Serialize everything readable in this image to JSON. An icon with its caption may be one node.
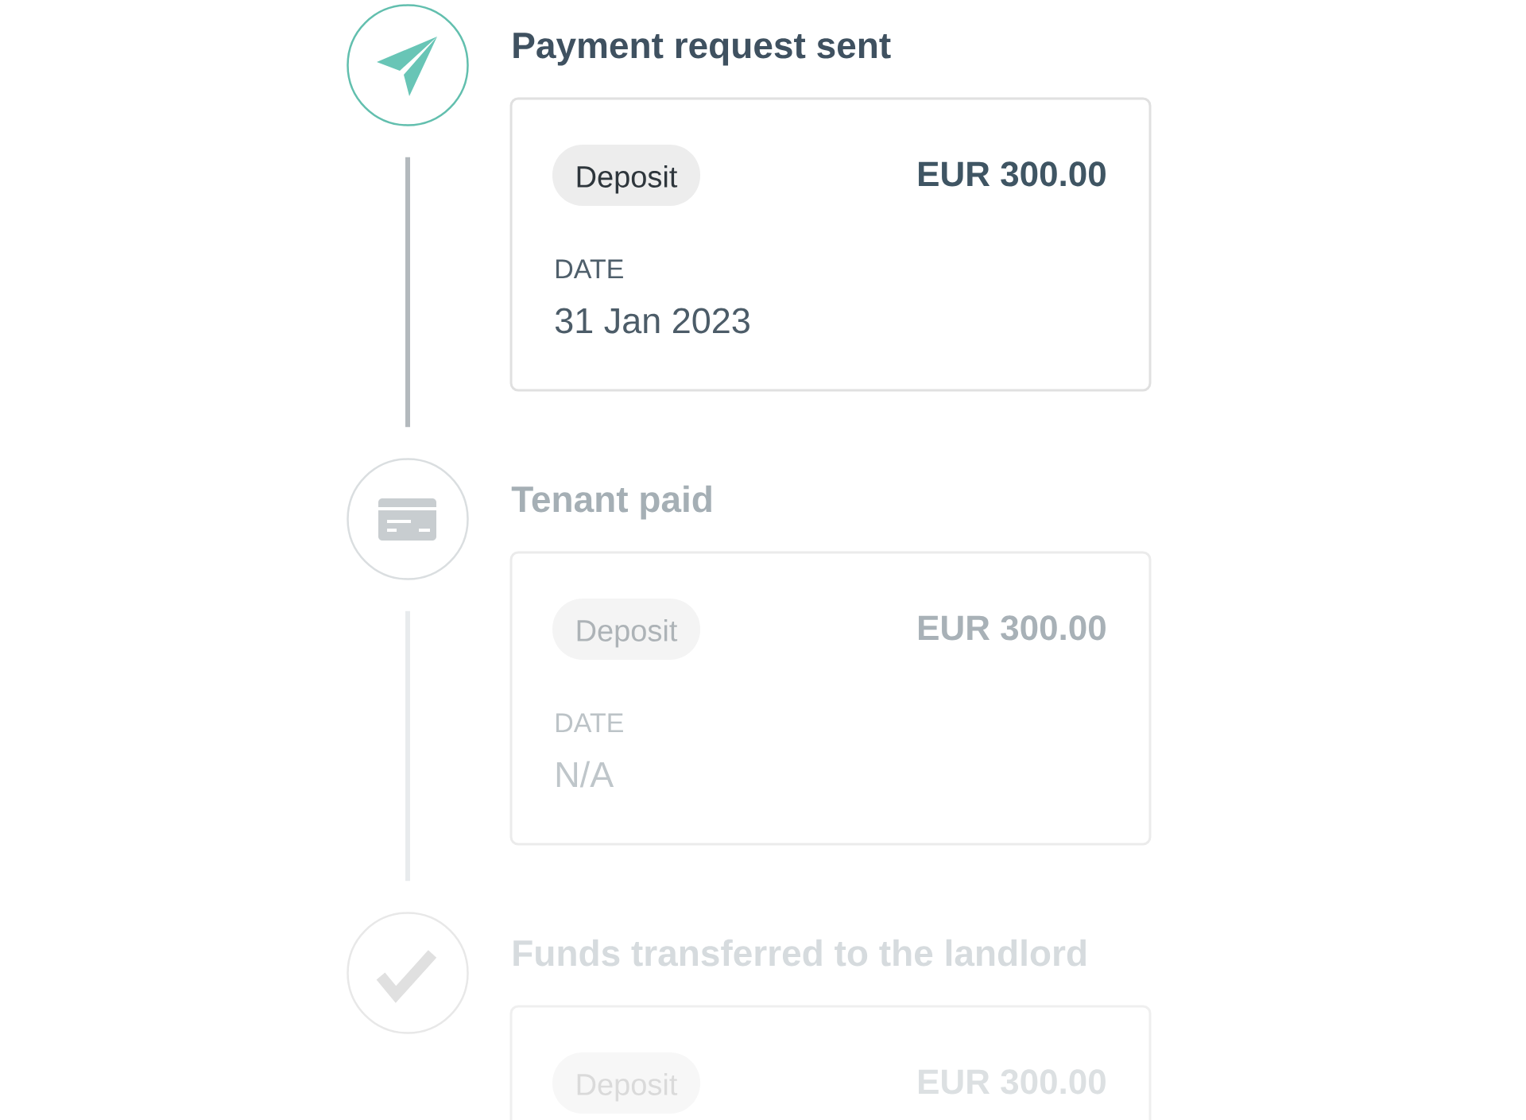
{
  "diagram": {
    "nodes": [
      {
        "text": [],
        "shape": "circle"
      },
      {
        "text": [
          "Payment request sent",
          "EUR 300.00",
          "DATE",
          "31 Jan 2023"
        ]
      },
      {
        "text": [
          "Deposit"
        ],
        "in": 1
      },
      {
        "text": [],
        "shape": "circle"
      },
      {
        "text": [
          "Tenant paid",
          "EUR 300.00",
          "DATE",
          "N/A"
        ]
      },
      {
        "text": [
          "Deposit"
        ],
        "in": 4
      },
      {
        "text": [],
        "shape": "circle"
      },
      {
        "text": [
          "Funds transferred to the landlord",
          "EUR 300.00"
        ]
      },
      {
        "text": [
          "Deposit"
        ],
        "in": 7
      }
    ],
    "edges": [
      {
        "from": 0,
        "to": 3,
        "arrow": "none",
        "color": "#b3b9bd"
      },
      {
        "from": 3,
        "to": 6,
        "arrow": "none",
        "color": "#e8ebed"
      }
    ]
  }
}
